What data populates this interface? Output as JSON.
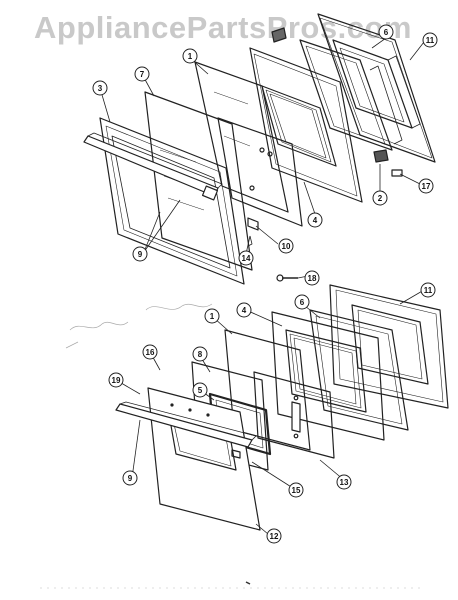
{
  "watermark": "AppliancePartsPros.com",
  "callouts": {
    "c1_top": "1",
    "c2": "2",
    "c3": "3",
    "c4_top": "4",
    "c6_top": "6",
    "c7": "7",
    "c9_top": "9",
    "c10": "10",
    "c11_top": "11",
    "c14": "14",
    "c17": "17",
    "c18": "18",
    "c1_bot": "1",
    "c4_bot": "4",
    "c5": "5",
    "c6_bot": "6",
    "c8": "8",
    "c9_bot": "9",
    "c11_bot": "11",
    "c12": "12",
    "c13": "13",
    "c15": "15",
    "c16": "16",
    "c19": "19"
  }
}
